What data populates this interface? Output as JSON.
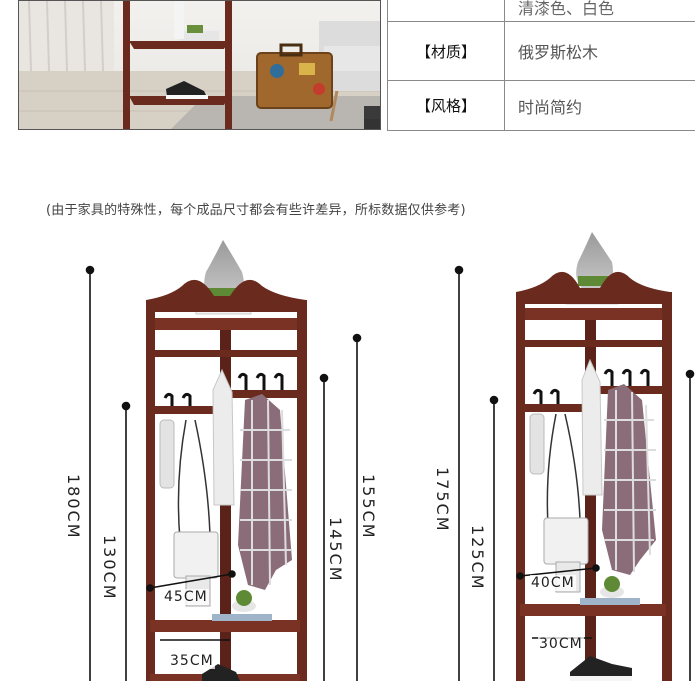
{
  "spec_table": {
    "rows": [
      {
        "label": "",
        "value": "清漆色、白色"
      },
      {
        "label": "【材质】",
        "value": "俄罗斯松木"
      },
      {
        "label": "【风格】",
        "value": "时尚简约"
      }
    ]
  },
  "note": "(由于家具的特殊性，每个成品尺寸都会有些许差异，所标数据仅供参考)",
  "left_model": {
    "total_height": "180CM",
    "h130": "130CM",
    "h145": "145CM",
    "h155": "155CM",
    "width_mid": "45CM",
    "width_low": "35CM"
  },
  "right_model": {
    "total_height": "175CM",
    "h125": "125CM",
    "width_mid": "40CM",
    "width_low": "30CM"
  },
  "colors": {
    "wood": "#6b2a1e",
    "wood_light": "#8a3a2a",
    "line": "#111111"
  }
}
